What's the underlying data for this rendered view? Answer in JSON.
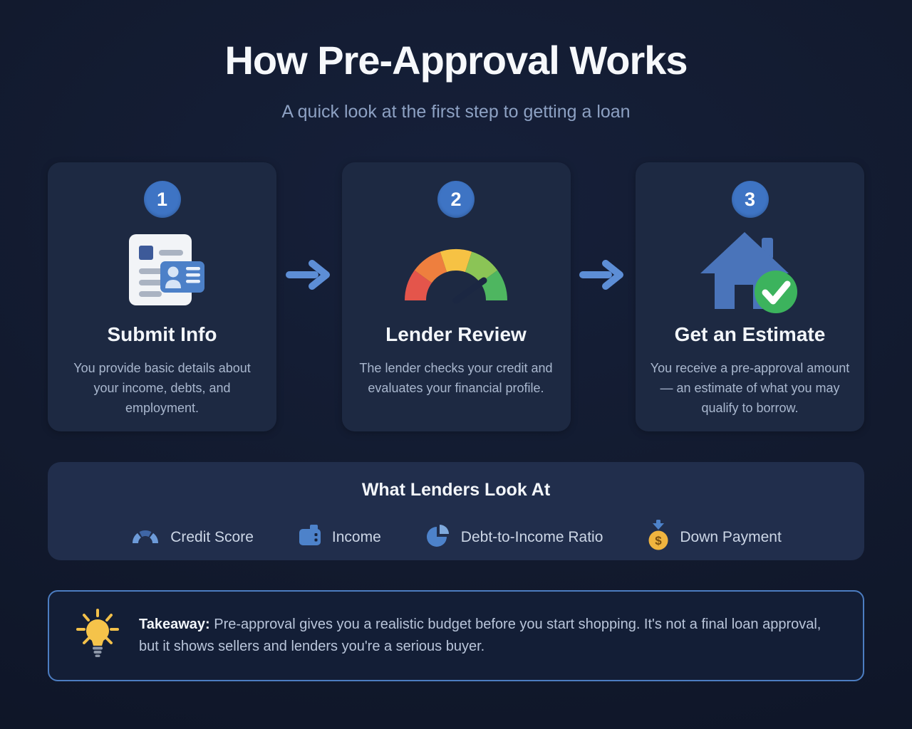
{
  "header": {
    "title": "How Pre-Approval Works",
    "subtitle": "A quick look at the first step to getting a loan"
  },
  "steps": [
    {
      "number": "1",
      "title": "Submit Info",
      "description": "You provide basic details about your income, debts, and employment.",
      "icon": "document-id-card-icon"
    },
    {
      "number": "2",
      "title": "Lender Review",
      "description": "The lender checks your credit and evaluates your financial profile.",
      "icon": "credit-gauge-icon"
    },
    {
      "number": "3",
      "title": "Get an Estimate",
      "description": "You receive a pre-approval amount — an estimate of what you may qualify to borrow.",
      "icon": "house-check-icon"
    }
  ],
  "lenders": {
    "title": "What Lenders Look At",
    "items": [
      {
        "label": "Credit Score",
        "icon": "gauge-arc-icon"
      },
      {
        "label": "Income",
        "icon": "wallet-icon"
      },
      {
        "label": "Debt-to-Income Ratio",
        "icon": "pie-chart-icon"
      },
      {
        "label": "Down Payment",
        "icon": "money-bag-icon"
      }
    ]
  },
  "takeaway": {
    "label": "Takeaway:",
    "text": "Pre-approval gives you a realistic budget before you start shopping. It's not a final loan approval, but it shows sellers and lenders you're a serious buyer."
  },
  "colors": {
    "background": "#121a2e",
    "card": "#1d2942",
    "panel": "#212e4c",
    "badge_blue": "#3e74c4",
    "arrow_blue": "#5d8ed6",
    "border_blue": "#4c7dc1",
    "gauge_red": "#e4554b",
    "gauge_orange": "#ee7f3e",
    "gauge_amber": "#f6c244",
    "gauge_light_green": "#8bc456",
    "gauge_green": "#4eb660",
    "check_green": "#3cb35d",
    "money_gold": "#f0b43f",
    "bulb_yellow": "#f5c34a"
  }
}
